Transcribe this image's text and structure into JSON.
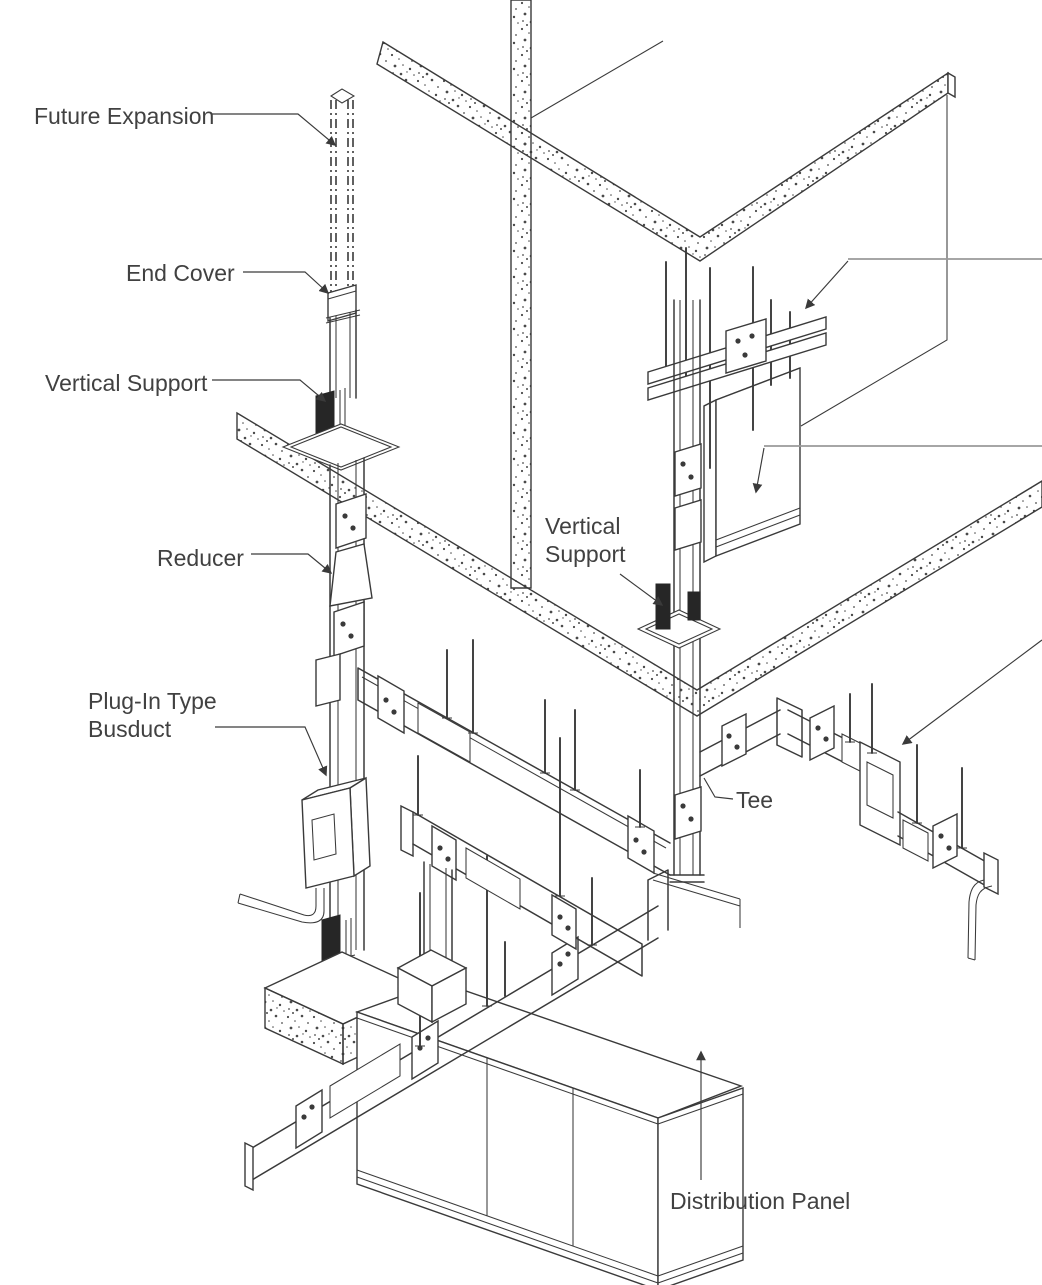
{
  "diagram": {
    "title": "Busduct installation isometric diagram",
    "type": "technical-line-drawing",
    "labels": {
      "future_expansion": "Future Expansion",
      "end_cover": "End Cover",
      "vertical_support_left": "Vertical Support",
      "reducer": "Reducer",
      "plug_in_line1": "Plug-In Type",
      "plug_in_line2": "Busduct",
      "vertical_support_mid_line1": "Vertical",
      "vertical_support_mid_line2": "Support",
      "tee": "Tee",
      "distribution_panel": "Distribution Panel"
    },
    "colors": {
      "background": "#ffffff",
      "line": "#3a3a3a",
      "label_text": "#414141",
      "leader_gray": "#9a9a9a",
      "dark_fill": "#262626"
    }
  }
}
